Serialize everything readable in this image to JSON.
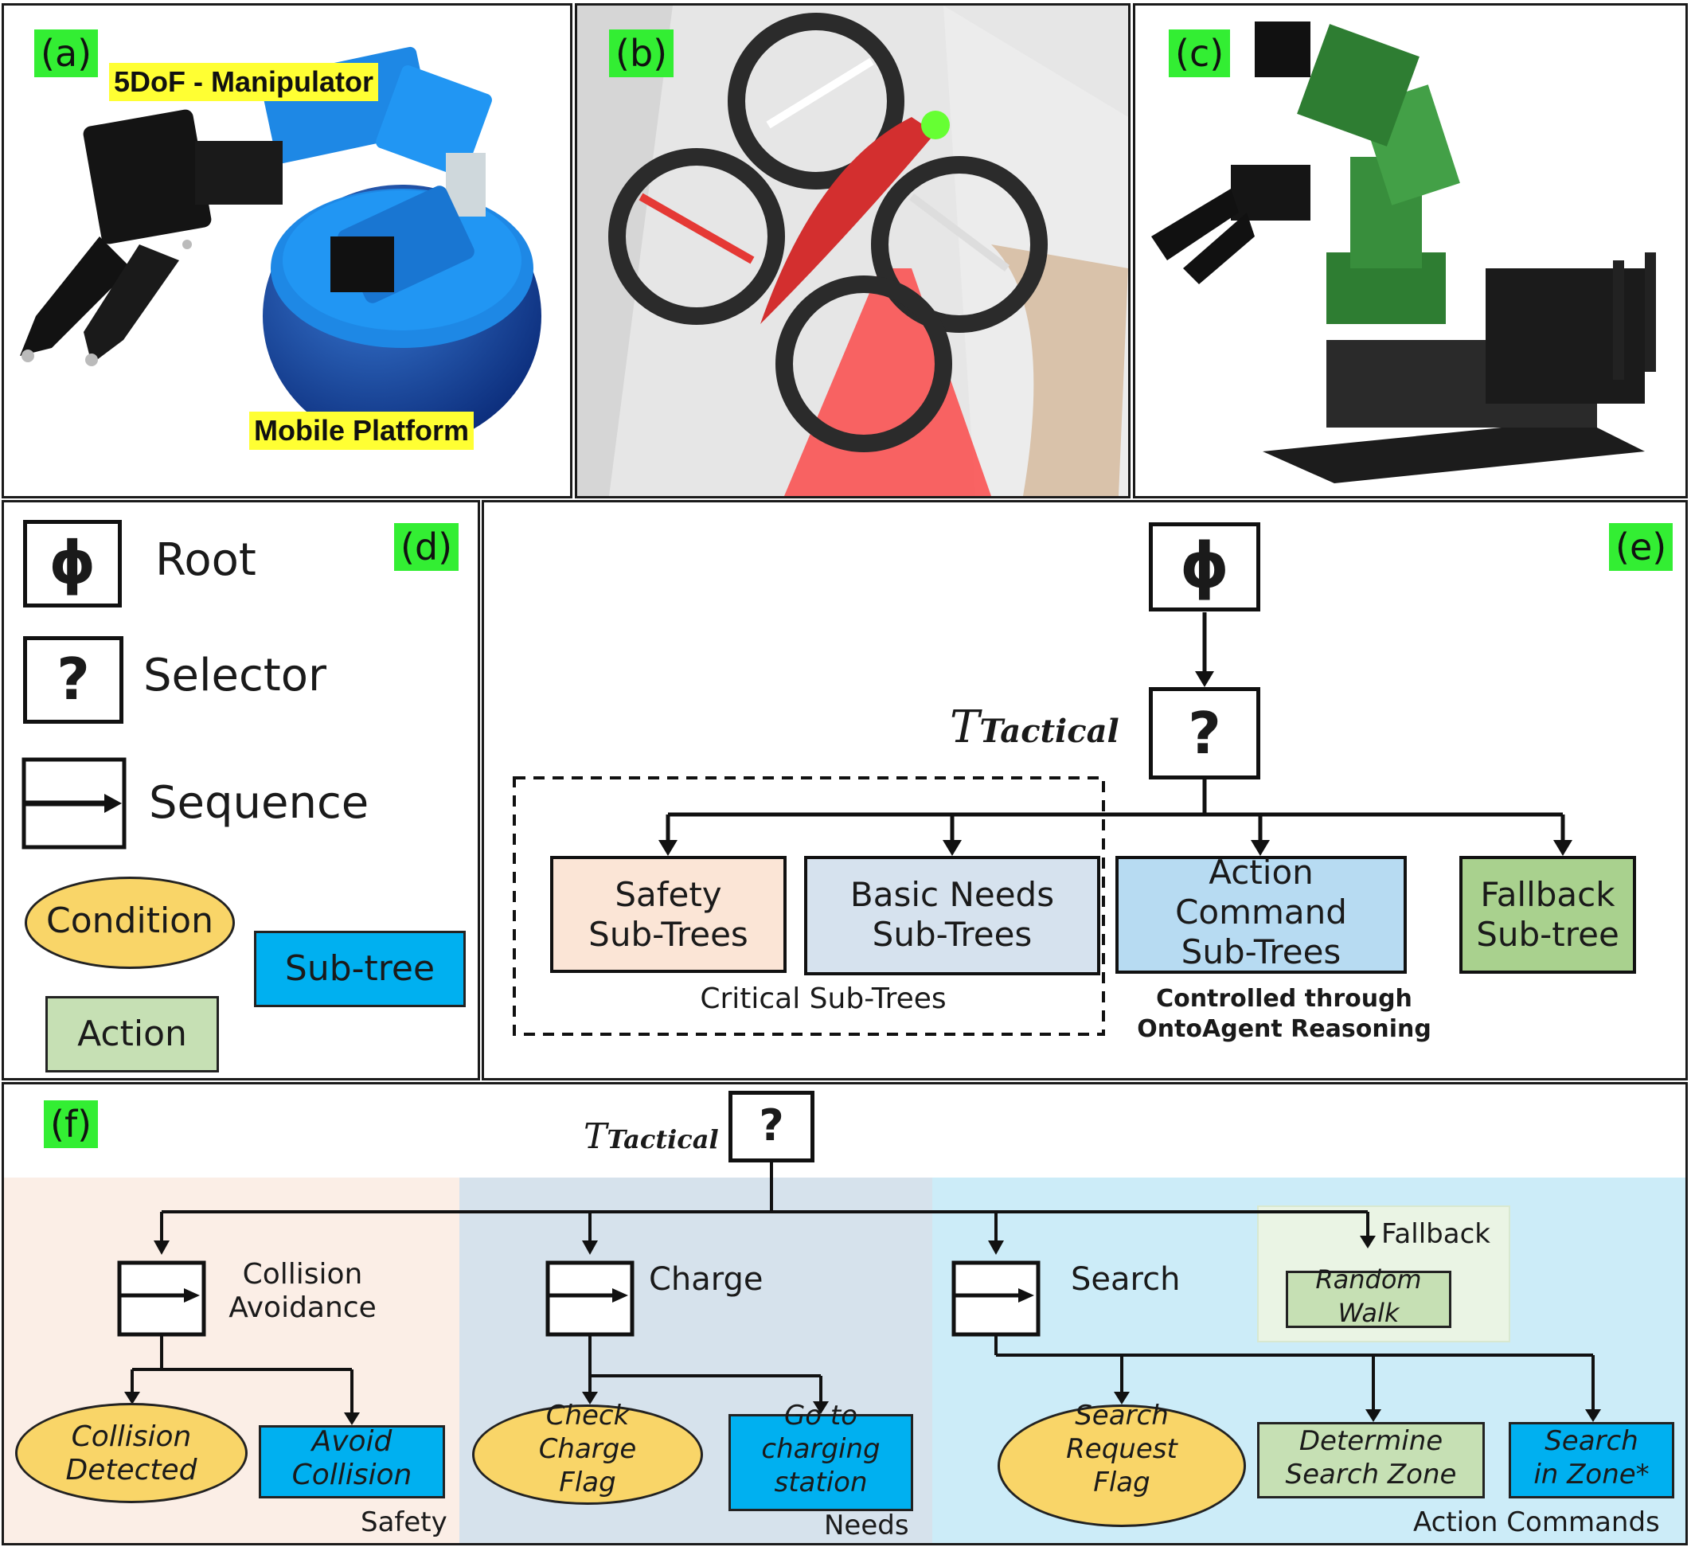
{
  "panels": {
    "a": {
      "tag": "(a)",
      "manipulator_label": "5DoF - Manipulator",
      "platform_label": "Mobile Platform"
    },
    "b": {
      "tag": "(b)"
    },
    "c": {
      "tag": "(c)"
    },
    "d": {
      "tag": "(d)",
      "legend": {
        "root": {
          "symbol": "ϕ",
          "label": "Root"
        },
        "selector": {
          "symbol": "?",
          "label": "Selector"
        },
        "sequence": {
          "label": "Sequence"
        },
        "condition": {
          "label": "Condition"
        },
        "subtree": {
          "label": "Sub-tree"
        },
        "action": {
          "label": "Action"
        }
      }
    },
    "e": {
      "tag": "(e)",
      "root_symbol": "ϕ",
      "selector_symbol": "?",
      "tactical_label": "T",
      "tactical_sub": "Tactical",
      "nodes": {
        "safety": [
          "Safety",
          "Sub-Trees"
        ],
        "basic": [
          "Basic Needs",
          "Sub-Trees"
        ],
        "action": [
          "Action",
          "Command",
          "Sub-Trees"
        ],
        "fallback": [
          "Fallback",
          "Sub-tree"
        ]
      },
      "critical_label": "Critical Sub-Trees",
      "controlled_label": [
        "Controlled through",
        "OntoAgent Reasoning"
      ]
    },
    "f": {
      "tag": "(f)",
      "selector_symbol": "?",
      "tactical_label": "T",
      "tactical_sub": "Tactical",
      "sequences": {
        "collision": [
          "Collision",
          "Avoidance"
        ],
        "charge": "Charge",
        "search": "Search"
      },
      "fallback_label": "Fallback",
      "random_walk": [
        "Random",
        "Walk"
      ],
      "leaves": {
        "collision_detected": [
          "Collision",
          "Detected"
        ],
        "avoid_collision": [
          "Avoid",
          "Collision"
        ],
        "check_charge": [
          "Check",
          "Charge",
          "Flag"
        ],
        "go_charging": [
          "Go to",
          "charging",
          "station"
        ],
        "search_request": [
          "Search",
          "Request",
          "Flag"
        ],
        "determine_zone": [
          "Determine",
          "Search Zone"
        ],
        "search_in_zone": [
          "Search",
          "in Zone*"
        ]
      },
      "regions": {
        "safety": "Safety",
        "needs": "Needs",
        "actions": "Action Commands"
      }
    }
  },
  "colors": {
    "condition": "#f9d568",
    "subtree": "#00b0f0",
    "action": "#c6e0b4",
    "safety_node": "#fbe5d6",
    "basic_node": "#d6e2ee",
    "action_node": "#b7dbf2",
    "fallback_node": "#a9d18e",
    "region_safety": "#fbeee6",
    "region_needs": "#d6e2ec",
    "region_actions": "#ccecf8",
    "tag_bg": "#33ee33",
    "highlight": "#ffff33"
  }
}
